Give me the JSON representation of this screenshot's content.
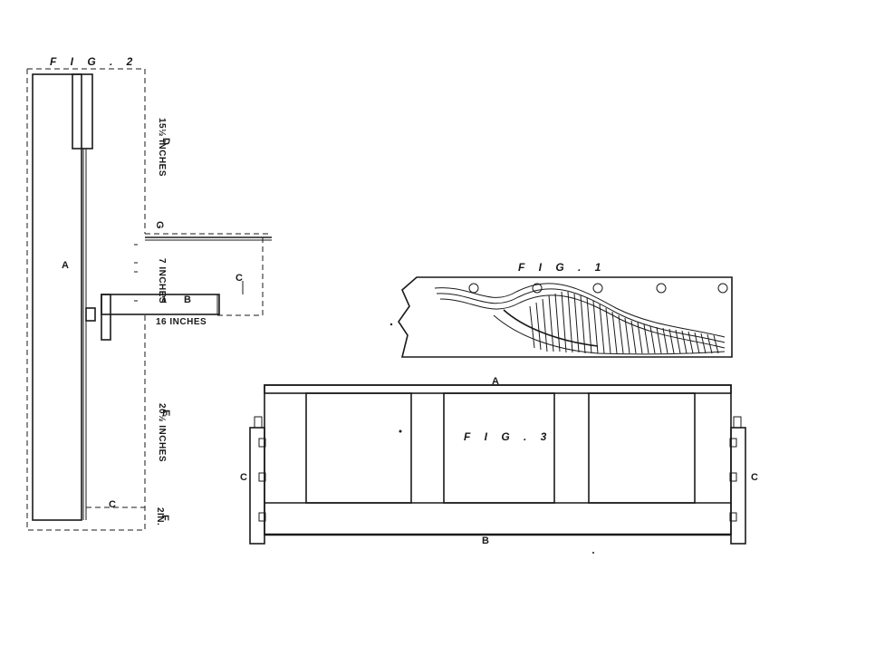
{
  "figures": {
    "fig1": {
      "title": "F I G . 1"
    },
    "fig2": {
      "title": "F I G . 2",
      "labels": {
        "a": "A",
        "b": "B",
        "c_upper": "C",
        "c_lower": "C",
        "d": "D",
        "e": "E",
        "f": "F",
        "g": "G",
        "one": "1"
      },
      "dimensions": {
        "upper_height": "15½ INCHES",
        "middle_height": "7 INCHES",
        "arm_length": "16 INCHES",
        "lower_height": "20½ INCHES",
        "bottom_gap": "2IN."
      }
    },
    "fig3": {
      "title": "F I G . 3",
      "labels": {
        "top": "A",
        "bottom": "B",
        "left": "C",
        "right": "C"
      }
    }
  },
  "colors": {
    "ink": "#1a1a1a",
    "paper": "#ffffff"
  }
}
